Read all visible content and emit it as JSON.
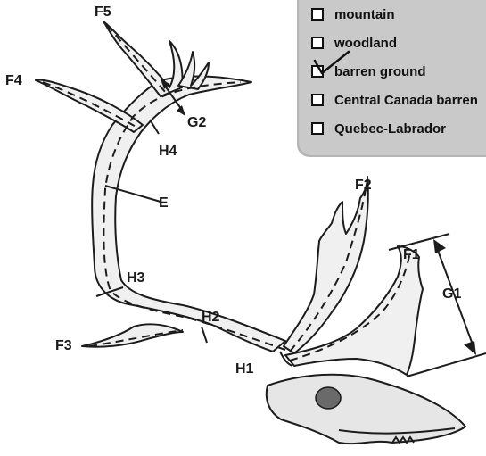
{
  "labels": {
    "F1": "F1",
    "F2": "F2",
    "F3": "F3",
    "F4": "F4",
    "F5": "F5",
    "G1": "G1",
    "G2": "G2",
    "H1": "H1",
    "H2": "H2",
    "H3": "H3",
    "H4": "H4",
    "E": "E"
  },
  "checklist": {
    "items": [
      {
        "label": "mountain",
        "checked": false
      },
      {
        "label": "woodland",
        "checked": false
      },
      {
        "label": "barren ground",
        "checked": true
      },
      {
        "label": "Central Canada barren",
        "checked": false
      },
      {
        "label": "Quebec-Labrador",
        "checked": false
      }
    ]
  }
}
